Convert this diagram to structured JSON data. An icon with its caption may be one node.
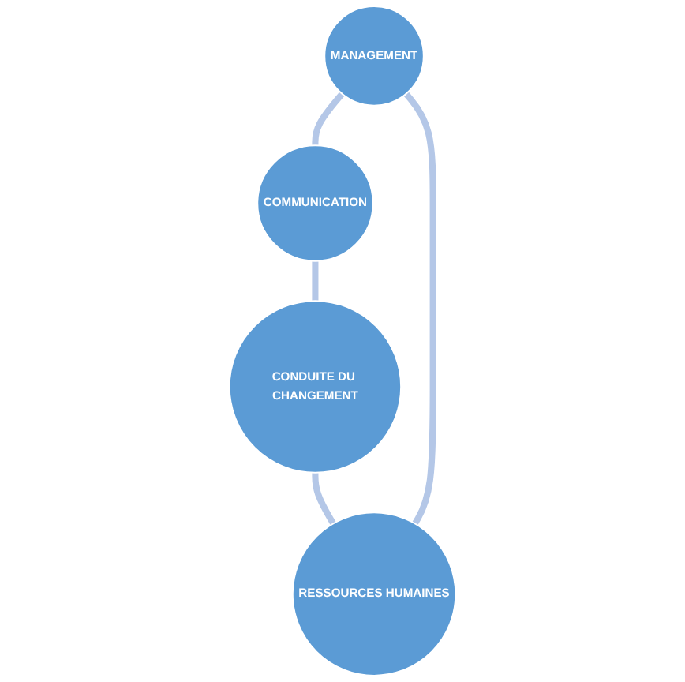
{
  "diagram": {
    "nodes": [
      {
        "text": [
          "MANAGEMENT"
        ]
      },
      {
        "text": [
          "RESSOURCES HUMAINES"
        ]
      },
      {
        "text": [
          "COMMUNICATION"
        ]
      },
      {
        "text": [
          "CONDUITE DU CHANGEMENT"
        ]
      }
    ],
    "edges": [
      {
        "from": 0,
        "to": 2,
        "arrow": "none"
      },
      {
        "from": 2,
        "to": 3,
        "arrow": "none"
      },
      {
        "from": 3,
        "to": 1,
        "arrow": "none"
      },
      {
        "from": 1,
        "to": 0,
        "arrow": "none"
      }
    ]
  }
}
